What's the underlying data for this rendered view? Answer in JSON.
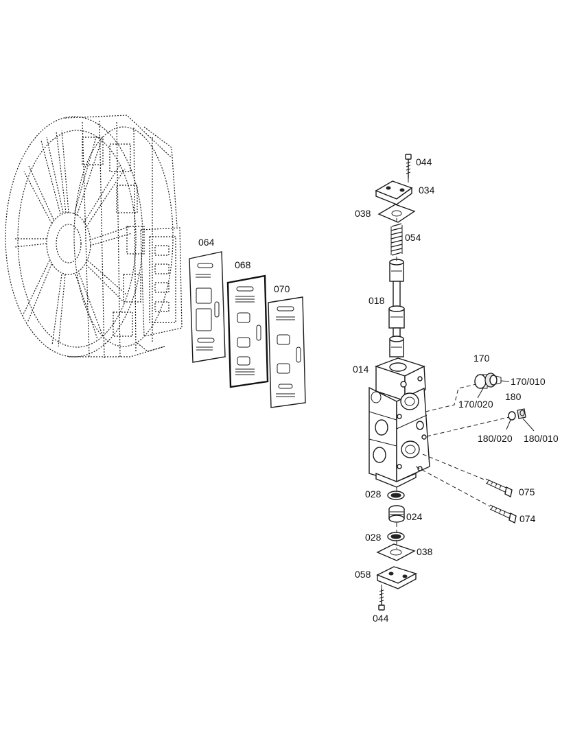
{
  "labels": {
    "p044_top": "044",
    "p034": "034",
    "p038_top": "038",
    "p054": "054",
    "p018": "018",
    "p014": "014",
    "p064": "064",
    "p068": "068",
    "p070": "070",
    "p170": "170",
    "p170_010": "170/010",
    "p170_020": "170/020",
    "p180": "180",
    "p180_020": "180/020",
    "p180_010": "180/010",
    "p075": "075",
    "p074": "074",
    "p028_top": "028",
    "p024": "024",
    "p028_bottom": "028",
    "p038_bottom": "038",
    "p058": "058",
    "p044_bottom": "044"
  }
}
